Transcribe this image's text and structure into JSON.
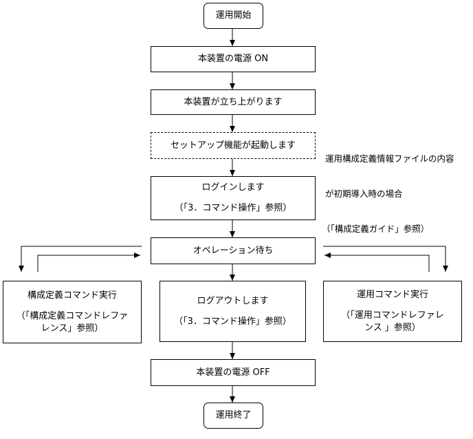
{
  "flowchart": {
    "start": "運用開始",
    "power_on": "本装置の電源 ON",
    "boot": "本装置が立ち上がります",
    "setup": "セットアップ機能が起動します",
    "setup_note": {
      "line1": "運用構成定義情報ファイルの内容",
      "line2": "が初期導入時の場合",
      "line3": "（「構成定義ガイド」参照）"
    },
    "login": {
      "title": "ログインします",
      "ref": "（「3．コマンド操作」参照）"
    },
    "wait": "オペレーション待ち",
    "config_cmd": {
      "title": "構成定義コマンド実行",
      "ref1": "（「構成定義コマンドレファ",
      "ref2": "レンス」参照）"
    },
    "logout": {
      "title": "ログアウトします",
      "ref": "（「3．コマンド操作」参照）"
    },
    "ops_cmd": {
      "title": "運用コマンド実行",
      "ref1": "（「運用コマンドレファレ",
      "ref2": "ンス 」参照）"
    },
    "power_off": "本装置の電源 OFF",
    "end": "運用終了"
  }
}
